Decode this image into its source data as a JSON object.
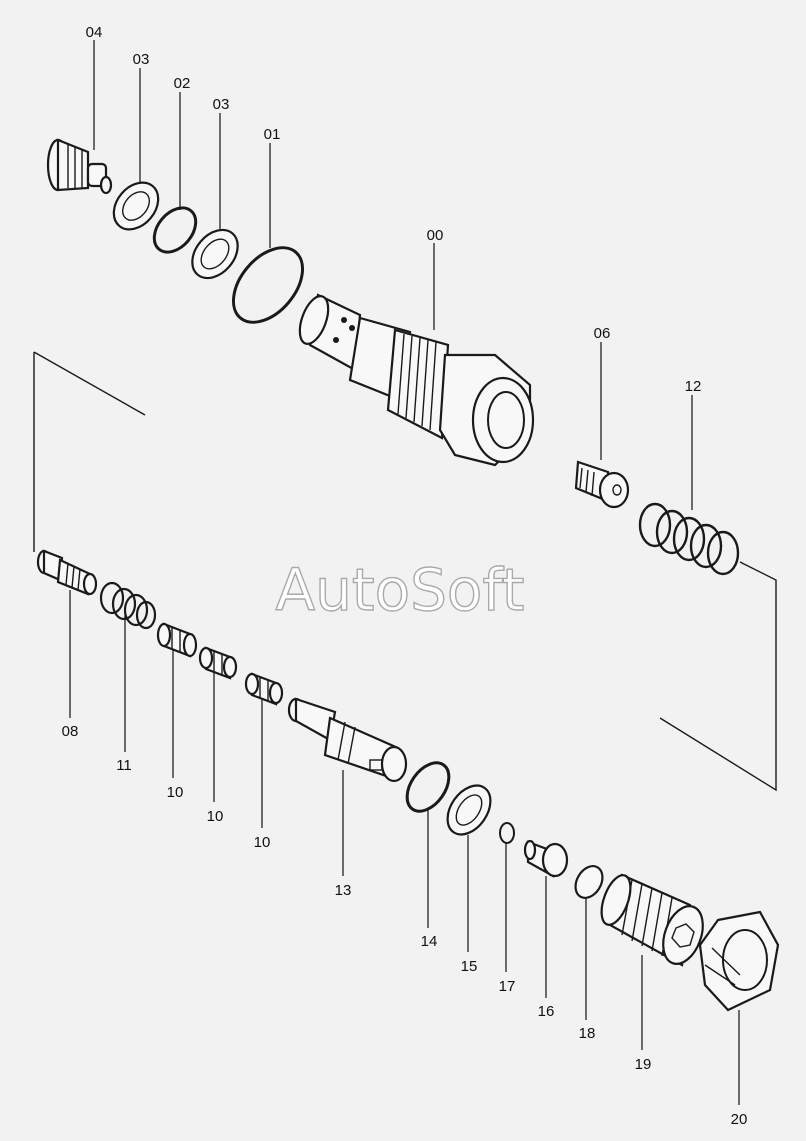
{
  "watermark": "AutoSoft",
  "labels": {
    "p04": "04",
    "p03a": "03",
    "p02": "02",
    "p03b": "03",
    "p01": "01",
    "p00": "00",
    "p06": "06",
    "p12": "12",
    "p08": "08",
    "p11": "11",
    "p10a": "10",
    "p10b": "10",
    "p10c": "10",
    "p13": "13",
    "p14": "14",
    "p15": "15",
    "p17": "17",
    "p16": "16",
    "p18": "18",
    "p19": "19",
    "p20": "20"
  }
}
